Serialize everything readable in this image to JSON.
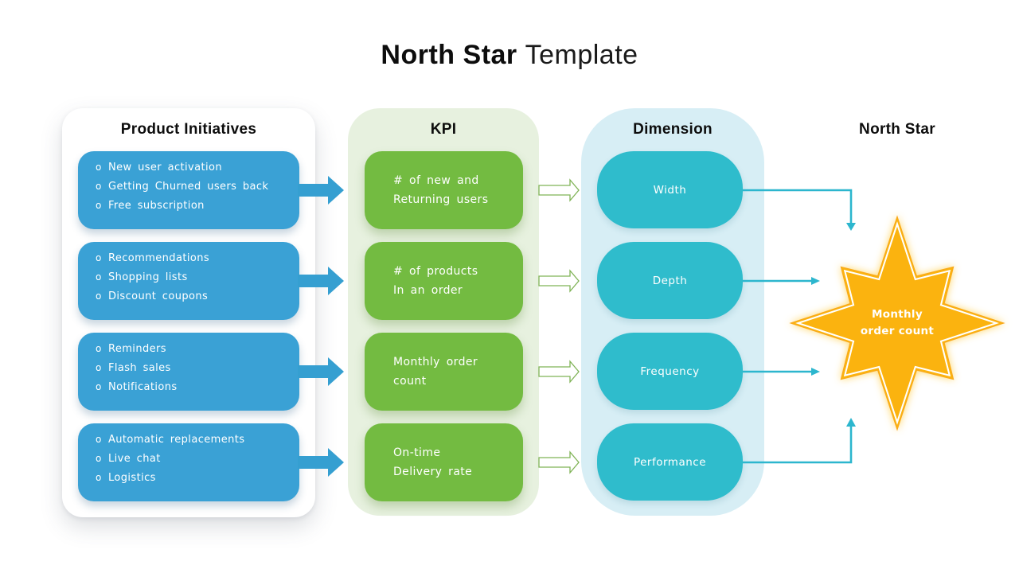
{
  "page_title": {
    "primary": "North Star",
    "secondary": "Template"
  },
  "bullet_marker": "o",
  "product_initiatives": {
    "header": "Product Initiatives",
    "groups": [
      {
        "items": [
          "New user activation",
          "Getting Churned users back",
          "Free subscription"
        ]
      },
      {
        "items": [
          "Recommendations",
          "Shopping lists",
          "Discount coupons"
        ]
      },
      {
        "items": [
          "Reminders",
          "Flash sales",
          "Notifications"
        ]
      },
      {
        "items": [
          "Automatic replacements",
          "Live chat",
          "Logistics"
        ]
      }
    ]
  },
  "kpi": {
    "header": "KPI",
    "items": [
      {
        "line1": "# of new and",
        "line2": "Returning users"
      },
      {
        "line1": "# of products",
        "line2": "In an order"
      },
      {
        "line1": "Monthly order",
        "line2": "count"
      },
      {
        "line1": "On-time",
        "line2": "Delivery rate"
      }
    ]
  },
  "dimension": {
    "header": "Dimension",
    "items": [
      "Width",
      "Depth",
      "Frequency",
      "Performance"
    ]
  },
  "north_star": {
    "header": "North Star",
    "label_line1": "Monthly",
    "label_line2": "order count",
    "shape": "eight-point-star-icon"
  },
  "colors": {
    "initiative_box": "#3aa1d5",
    "initiative_arrow": "#359fd1",
    "kpi_card_bg": "#e7f1df",
    "kpi_box": "#73bb41",
    "kpi_arrow_outline": "#7fb356",
    "dimension_card_bg": "#d7eef5",
    "dimension_pill": "#2fbccc",
    "connector_teal": "#2cb6ce",
    "star_fill": "#fbb30f",
    "star_glow": "#ffe9a8",
    "text_on_color": "#ffffff",
    "heading_text": "#0d0d0d"
  }
}
